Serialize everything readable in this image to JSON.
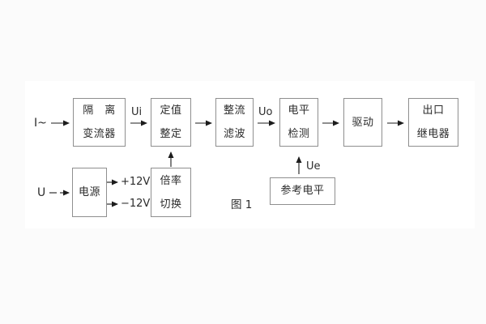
{
  "figure": {
    "caption": "图 1",
    "labels": {
      "input_current": "I~",
      "input_voltage": "U",
      "signal_ui": "Ui",
      "signal_uo": "Uo",
      "signal_ue": "Ue",
      "rail_pos": "+12V",
      "rail_neg": "−12V"
    },
    "blocks": {
      "isolation": {
        "line1": "隔　离",
        "line2": "变流器"
      },
      "setting": {
        "line1": "定值",
        "line2": "整定"
      },
      "rectify_filter": {
        "line1": "整流",
        "line2": "滤波"
      },
      "level_detect": {
        "line1": "电平",
        "line2": "检测"
      },
      "drive": {
        "line1": "驱动"
      },
      "output_relay": {
        "line1": "出口",
        "line2": "继电器"
      },
      "power_supply": {
        "line1": "电源"
      },
      "ratio_switch": {
        "line1": "倍率",
        "line2": "切换"
      },
      "reference_level": {
        "line1": "参考电平"
      }
    },
    "colors": {
      "box_border": "#8f8f8f",
      "text": "#2b2b2b",
      "line": "#1c1c1c",
      "page_bg": "#ffffff",
      "canvas_bg": "#fbfbfb"
    }
  }
}
